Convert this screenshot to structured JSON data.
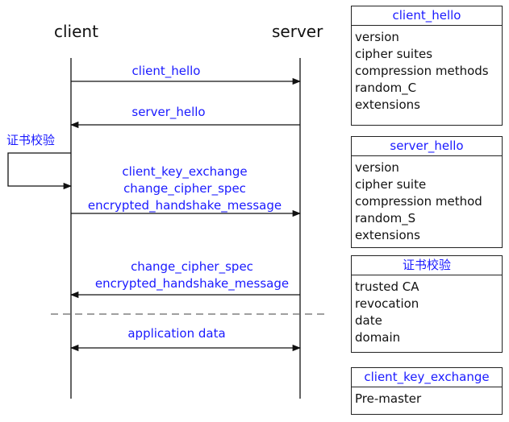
{
  "actors": {
    "client": "client",
    "server": "server"
  },
  "messages": [
    {
      "lines": [
        "client_hello"
      ],
      "direction": "client-to-server"
    },
    {
      "lines": [
        "server_hello"
      ],
      "direction": "server-to-client"
    },
    {
      "lines": [
        "client_key_exchange",
        "change_cipher_spec",
        "encrypted_handshake_message"
      ],
      "direction": "client-to-server"
    },
    {
      "lines": [
        "change_cipher_spec",
        "encrypted_handshake_message"
      ],
      "direction": "server-to-client"
    },
    {
      "lines": [
        "application data"
      ],
      "direction": "both"
    }
  ],
  "self_check": {
    "label": "证书校验"
  },
  "boxes": [
    {
      "title": "client_hello",
      "items": [
        "version",
        "cipher suites",
        "compression methods",
        "random_C",
        "extensions"
      ]
    },
    {
      "title": "server_hello",
      "items": [
        "version",
        "cipher suite",
        "compression method",
        "random_S",
        "extensions"
      ]
    },
    {
      "title": "证书校验",
      "items": [
        "trusted CA",
        "revocation",
        "date",
        "domain"
      ]
    },
    {
      "title": "client_key_exchange",
      "items": [
        "Pre-master"
      ]
    }
  ],
  "colors": {
    "message_text": "#1a1aff",
    "lines": "#111111",
    "separator": "#666666"
  }
}
